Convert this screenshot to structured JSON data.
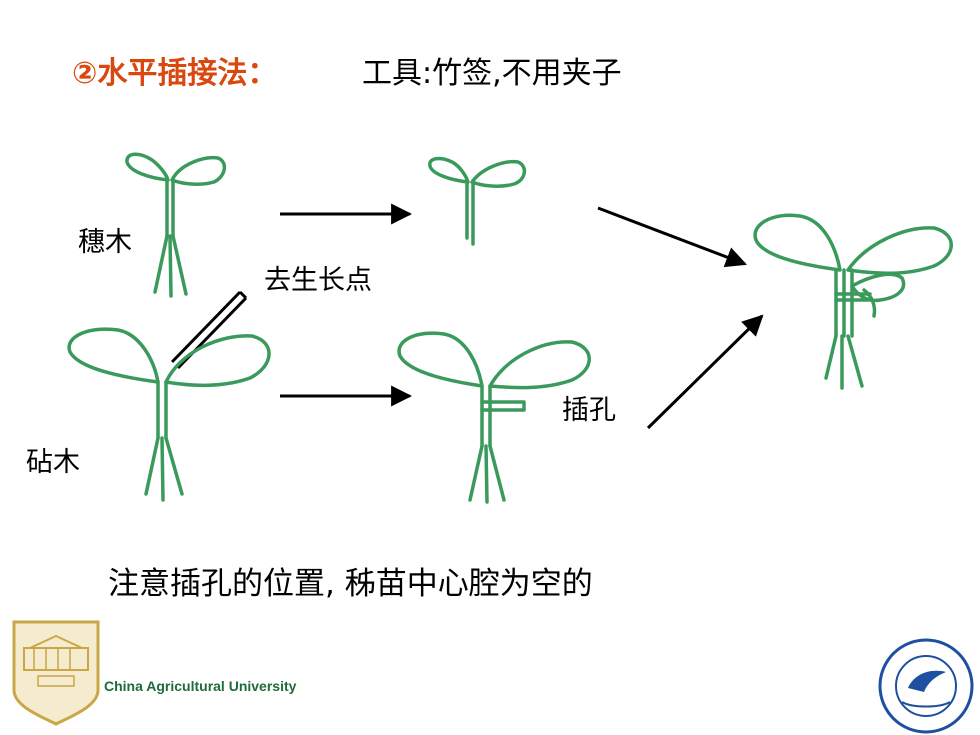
{
  "title": {
    "method": "②水平插接法：",
    "tools": "工具:竹签,不用夹子"
  },
  "labels": {
    "scion": "穗木",
    "remove_growing_point": "去生长点",
    "insert_hole": "插孔",
    "rootstock": "砧木"
  },
  "note": "注意插孔的位置, 秭苗中心腔为空的",
  "footer": {
    "university": "China Agricultural University"
  },
  "colors": {
    "title_accent": "#d9480f",
    "seedling": "#3a9a5c",
    "logo_gold": "#c9a646",
    "logo_blue": "#1e4fa0"
  }
}
